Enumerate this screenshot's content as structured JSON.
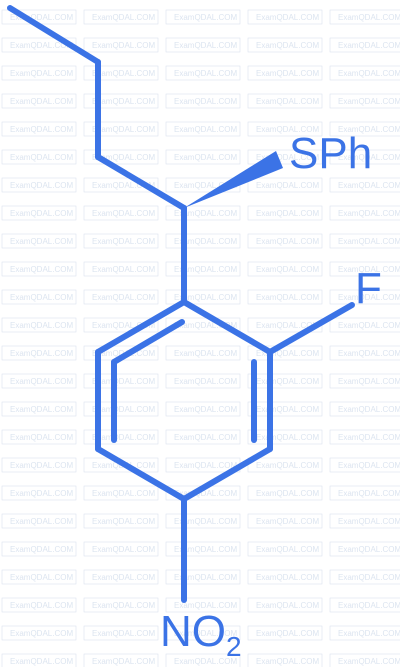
{
  "molecule": {
    "labels": {
      "thio_group": "SPh",
      "halogen": "F",
      "nitro_main": "NO",
      "nitro_subscript": "2"
    }
  },
  "watermark": {
    "text": "ExamQDAL.COM"
  },
  "colors": {
    "structure": "#3b73e6",
    "watermark": "#c9d6e8",
    "background": "#ffffff"
  }
}
